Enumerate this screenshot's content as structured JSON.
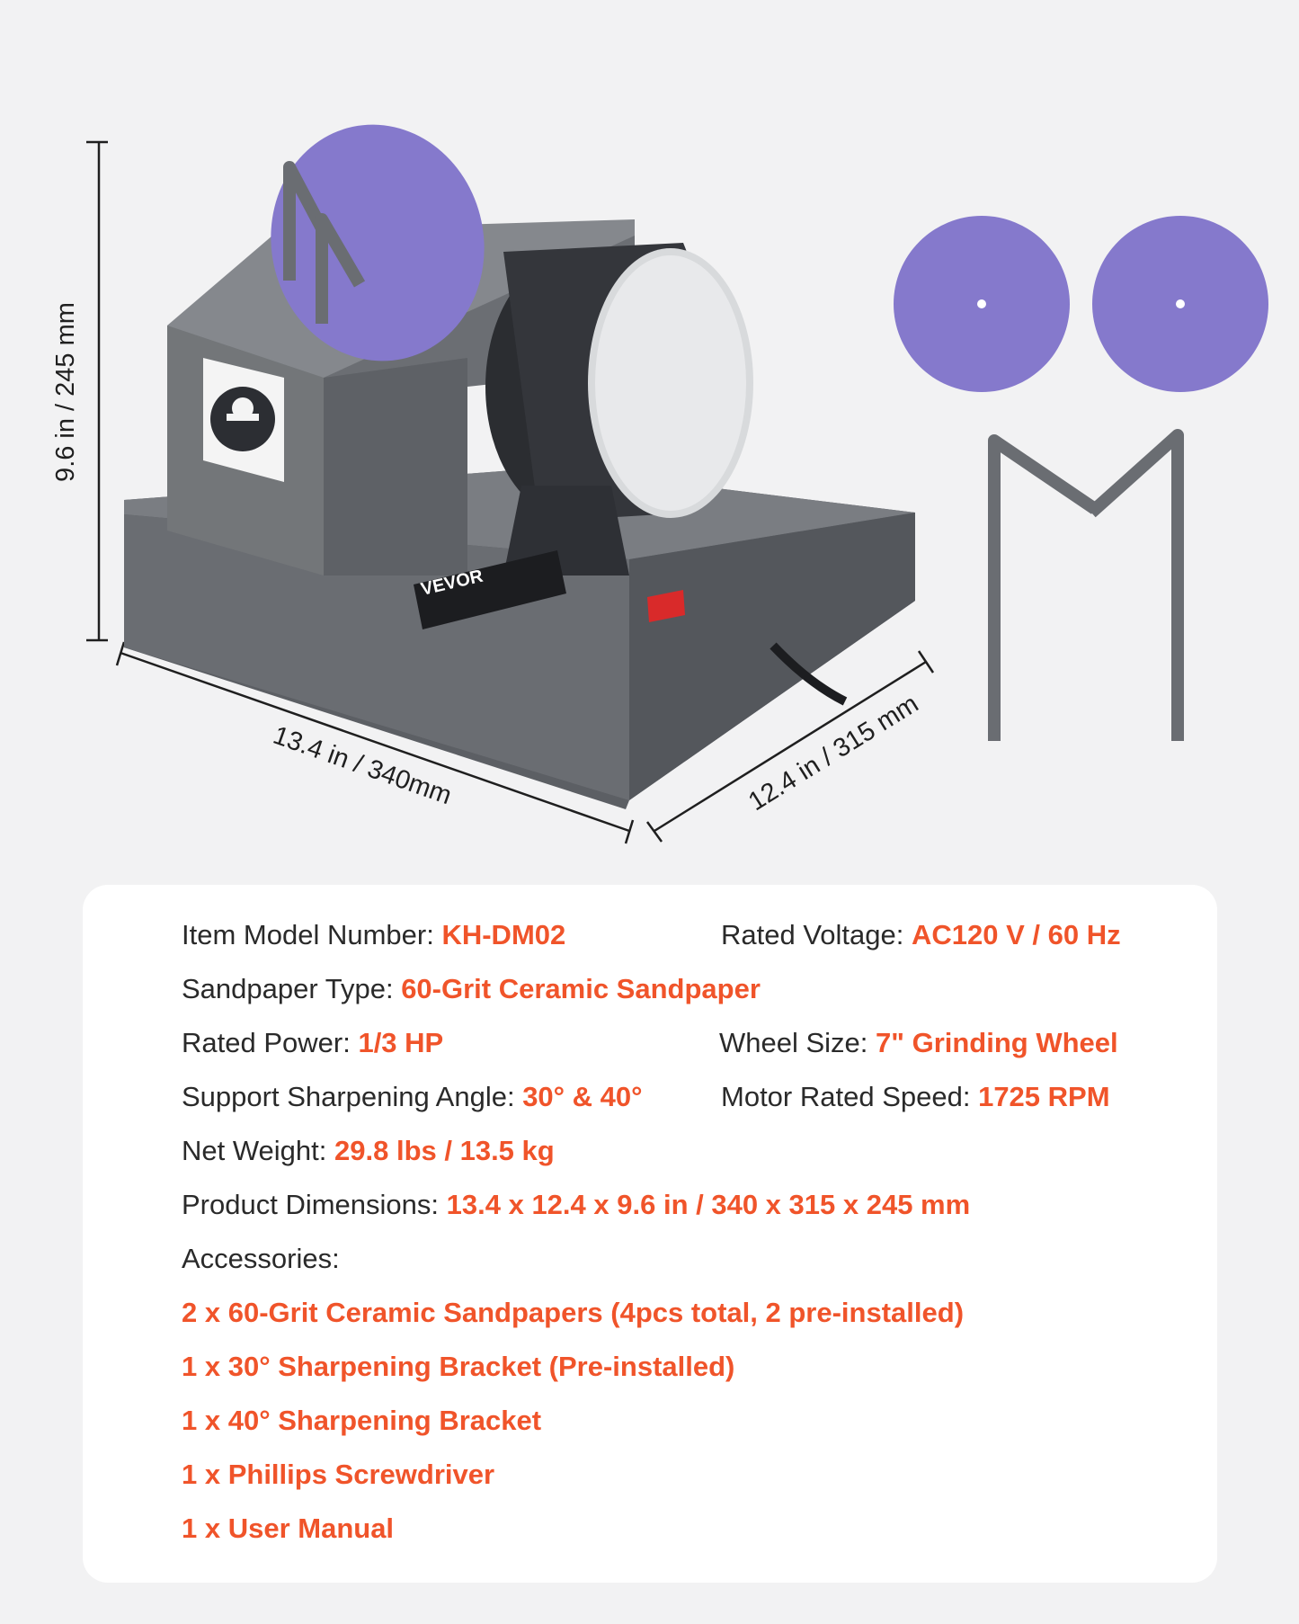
{
  "dimensions": {
    "height": "9.6 in / 245 mm",
    "width": "13.4 in / 340mm",
    "depth": "12.4 in / 315 mm"
  },
  "product": {
    "brand_label": "VEVOR"
  },
  "colors": {
    "accent": "#f0542a",
    "body": "#6a6d72",
    "sandpaper": "#8579cc"
  },
  "specs": {
    "model_label": "Item Model Number:",
    "model_value": "KH-DM02",
    "voltage_label": "Rated Voltage:",
    "voltage_value": "AC120 V / 60 Hz",
    "sandpaper_label": "Sandpaper Type:",
    "sandpaper_value": "60-Grit Ceramic Sandpaper",
    "power_label": "Rated Power:",
    "power_value": "1/3 HP",
    "wheel_label": "Wheel Size:",
    "wheel_value": "7\" Grinding Wheel",
    "angle_label": "Support Sharpening Angle:",
    "angle_value": "30° & 40°",
    "speed_label": "Motor Rated Speed:",
    "speed_value": "1725 RPM",
    "weight_label": "Net Weight:",
    "weight_value": "29.8 lbs / 13.5 kg",
    "dimensions_label": "Product Dimensions:",
    "dimensions_value": "13.4 x 12.4 x 9.6 in / 340 x 315 x 245 mm",
    "accessories_label": "Accessories:",
    "accessories": [
      "2 x 60-Grit Ceramic Sandpapers (4pcs total, 2 pre-installed)",
      "1 x 30° Sharpening Bracket (Pre-installed)",
      "1 x 40° Sharpening Bracket",
      "1 x Phillips Screwdriver",
      "1 x User Manual"
    ]
  }
}
